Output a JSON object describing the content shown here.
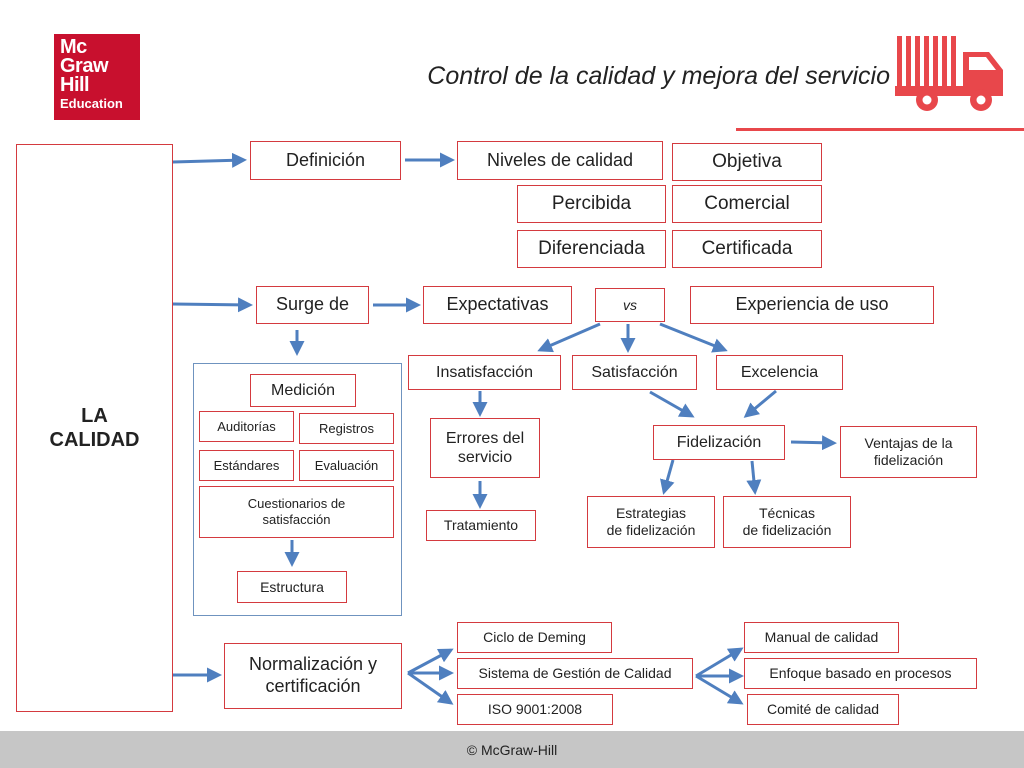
{
  "logo": {
    "line1": "Mc",
    "line2": "Graw",
    "line3": "Hill",
    "line4": "Education"
  },
  "title": "Control de la calidad y mejora del servicio",
  "colors": {
    "accent_red": "#d43a3f",
    "brand_red": "#c8102e",
    "arrow_blue": "#4f7fbf",
    "footer_gray": "#c6c6c6"
  },
  "icons": {
    "truck": "truck-icon"
  },
  "nodes": {
    "la_calidad_1": "LA",
    "la_calidad_2": "CALIDAD",
    "definicion": "Definición",
    "niveles": "Niveles de calidad",
    "objetiva": "Objetiva",
    "percibida": "Percibida",
    "comercial": "Comercial",
    "diferenciada": "Diferenciada",
    "certificada": "Certificada",
    "surge": "Surge de",
    "expectativas": "Expectativas",
    "vs": "vs",
    "experiencia": "Experiencia de uso",
    "insatisfaccion": "Insatisfacción",
    "satisfaccion": "Satisfacción",
    "excelencia": "Excelencia",
    "medicion": "Medición",
    "auditorias": "Auditorías",
    "registros": "Registros",
    "estandares": "Estándares",
    "evaluacion": "Evaluación",
    "cuestionarios_1": "Cuestionarios de",
    "cuestionarios_2": "satisfacción",
    "estructura": "Estructura",
    "errores_1": "Errores del",
    "errores_2": "servicio",
    "tratamiento": "Tratamiento",
    "fidelizacion": "Fidelización",
    "ventajas_1": "Ventajas de la",
    "ventajas_2": "fidelización",
    "estrategias_1": "Estrategias",
    "estrategias_2": "de fidelización",
    "tecnicas_1": "Técnicas",
    "tecnicas_2": "de fidelización",
    "normalizacion_1": "Normalización y",
    "normalizacion_2": "certificación",
    "deming": "Ciclo de Deming",
    "sgc": "Sistema de Gestión de Calidad",
    "iso": "ISO 9001:2008",
    "manual": "Manual de calidad",
    "enfoque": "Enfoque basado en procesos",
    "comite": "Comité de calidad"
  },
  "footer": "© McGraw-Hill"
}
